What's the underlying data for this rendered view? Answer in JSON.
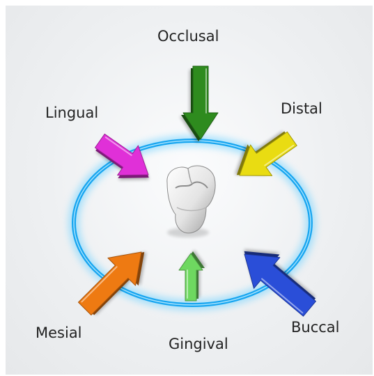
{
  "directions": {
    "occlusal": {
      "label": "Occlusal",
      "color": "#2e8b1e"
    },
    "distal": {
      "label": "Distal",
      "color": "#e9dc12"
    },
    "lingual": {
      "label": "Lingual",
      "color": "#e030d8"
    },
    "mesial": {
      "label": "Mesial",
      "color": "#ee7a12"
    },
    "gingival": {
      "label": "Gingival",
      "color": "#6ed860"
    },
    "buccal": {
      "label": "Buccal",
      "color": "#2a4ed8"
    }
  },
  "ring_color": "#17a5f0",
  "center_icon": "tooth-icon"
}
